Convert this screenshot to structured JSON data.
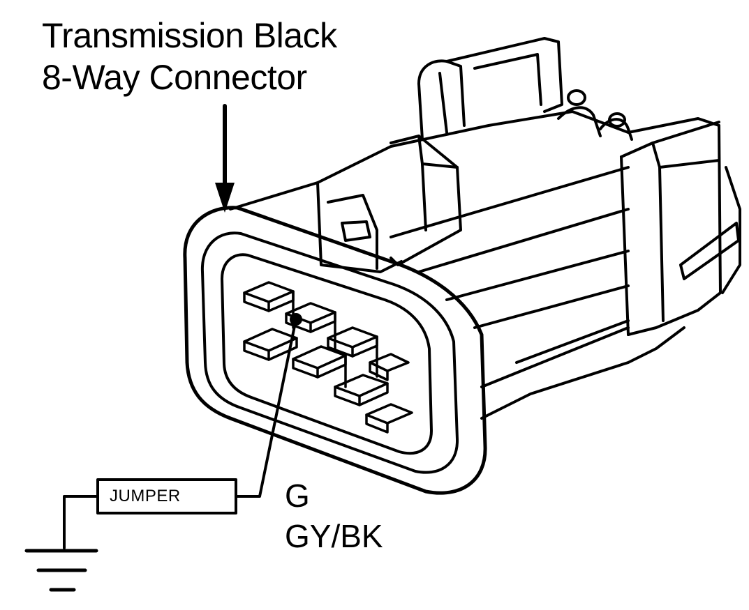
{
  "title": {
    "line1": "Transmission Black",
    "line2": "8-Way Connector"
  },
  "jumper": {
    "label": "JUMPER"
  },
  "pin": {
    "letter": "G",
    "wire_color": "GY/BK"
  },
  "icons": {
    "ground": "ground-symbol-icon",
    "arrow": "down-arrow-icon"
  },
  "colors": {
    "line": "#000000",
    "background": "#ffffff"
  }
}
